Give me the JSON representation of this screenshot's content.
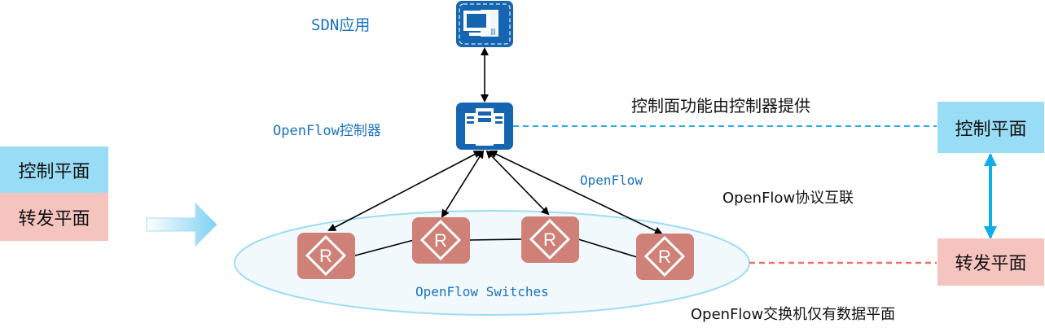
{
  "colors": {
    "node_blue": "#1565b0",
    "router": "#cf8178",
    "control_plane": "#99dcf5",
    "forward_plane": "#f6c4bf",
    "ellipse_fill": "#f1f9fd",
    "ellipse_stroke": "#9fdcf4",
    "dash_blue": "#2aaae2",
    "dash_red": "#ea7468",
    "label_blue": "#1a73c0"
  },
  "left_legend": {
    "control_plane": "控制平面",
    "forward_plane": "转发平面"
  },
  "nodes": {
    "sdn_app": {
      "label": "SDN应用",
      "icon": "computer-icon"
    },
    "controller": {
      "label": "OpenFlow控制器",
      "icon": "server-icon"
    },
    "switches": {
      "label": "OpenFlow Switches",
      "icon": "router-icon",
      "count": 4,
      "router_glyph": "R"
    }
  },
  "links": {
    "openflow_label": "OpenFlow"
  },
  "annotations": {
    "control_desc": "控制面功能由控制器提供",
    "protocol_desc": "OpenFlow协议互联",
    "switch_desc": "OpenFlow交换机仅有数据平面"
  },
  "right_legend": {
    "control_plane": "控制平面",
    "forward_plane": "转发平面"
  }
}
